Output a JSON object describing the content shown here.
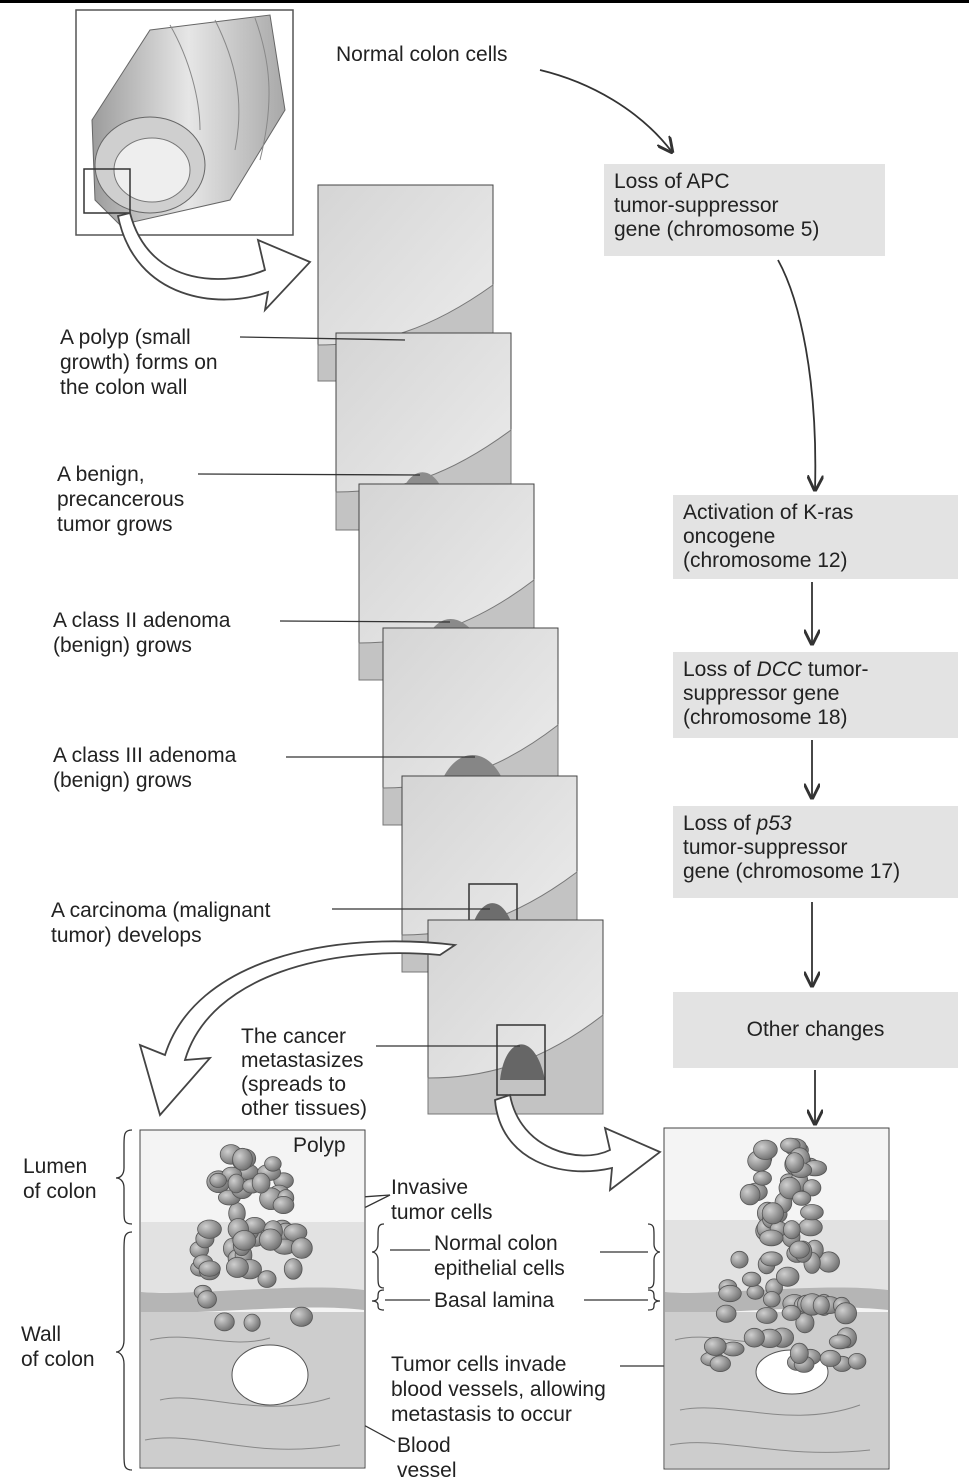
{
  "pathway": {
    "start": "Normal colon cells",
    "steps": [
      {
        "pre": "Loss of APC\ntumor-suppressor\ngene (chromosome 5)",
        "em": "",
        "post": ""
      },
      {
        "pre": "Activation of K-ras\noncogene\n(chromosome 12)",
        "em": "",
        "post": ""
      },
      {
        "pre": "Loss of ",
        "em": "DCC",
        "post": " tumor-\nsuppressor gene\n(chromosome 18)"
      },
      {
        "pre": "Loss of ",
        "em": "p53",
        "post": "\ntumor-suppressor\ngene (chromosome 17)"
      },
      {
        "pre": "Other changes",
        "em": "",
        "post": ""
      }
    ]
  },
  "stages": [
    "A polyp (small\ngrowth) forms on\nthe colon wall",
    "A benign,\nprecancerous\ntumor grows",
    "A class II adenoma\n(benign) grows",
    "A class III adenoma\n(benign) grows",
    "A carcinoma (malignant\ntumor) develops",
    "The cancer\nmetastasizes\n(spreads to\nother tissues)"
  ],
  "detail": {
    "polyp": "Polyp",
    "lumen": "Lumen\nof colon",
    "wall": "Wall\nof colon",
    "invasive": "Invasive\ntumor cells",
    "epithelial": "Normal colon\nepithelial cells",
    "basal": "Basal lamina",
    "invade": "Tumor cells invade\nblood vessels, allowing\nmetastasis to occur",
    "vessel": "Blood\nvessel"
  },
  "colors": {
    "box": "#e3e3e3",
    "panel": "#e6e6e6",
    "line": "#333333",
    "cell": "#9a9a9a"
  }
}
